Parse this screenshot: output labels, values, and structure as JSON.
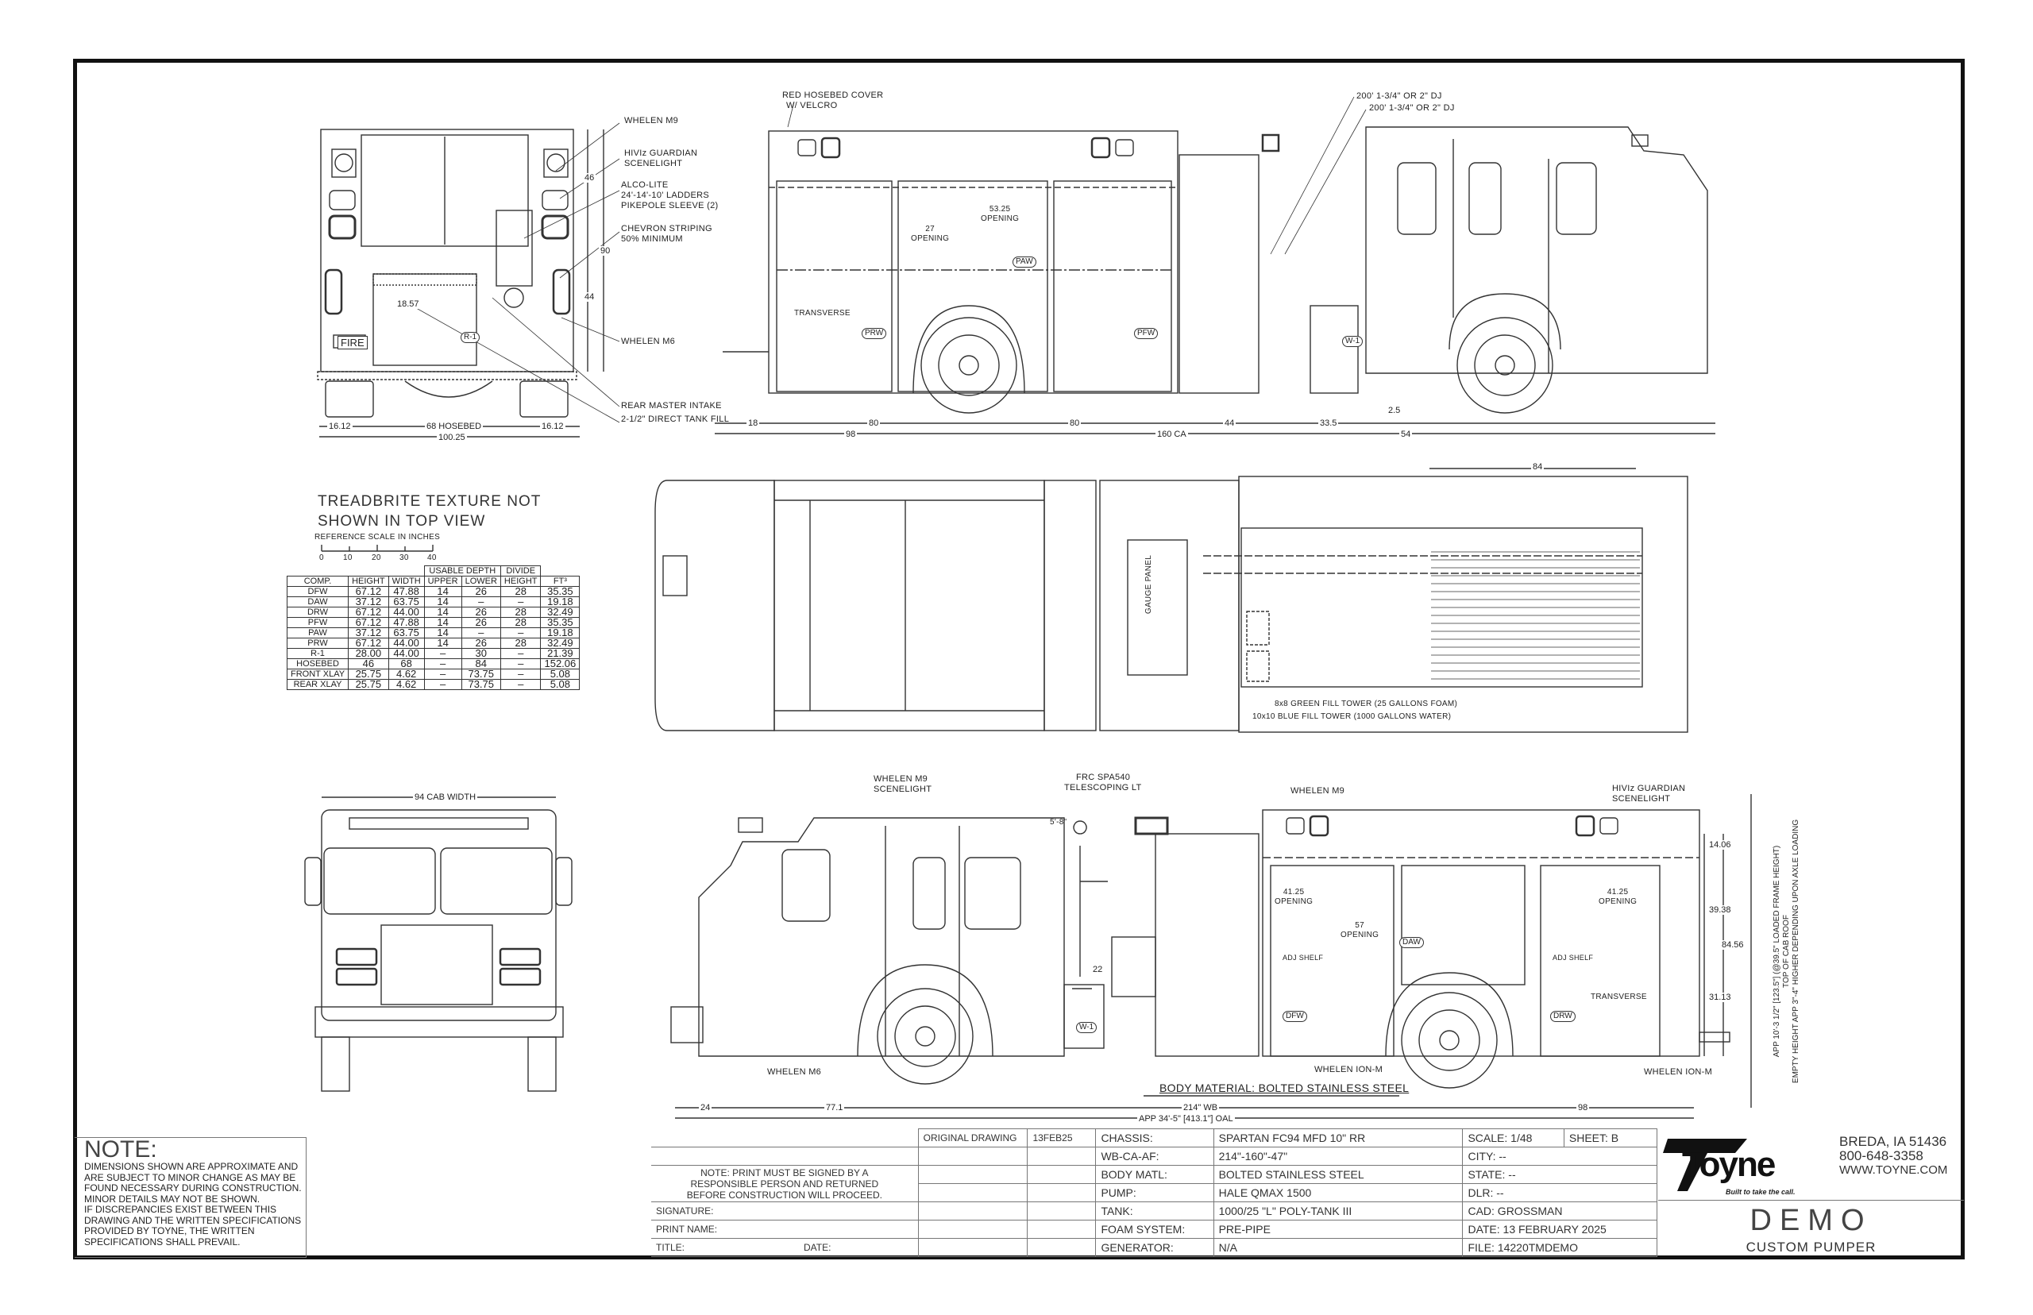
{
  "rear_view": {
    "callouts": [
      "WHELEN M9",
      "HIVIz GUARDIAN",
      "SCENELIGHT",
      "ALCO-LITE",
      "24'-14'-10' LADDERS",
      "PIKEPOLE SLEEVE (2)",
      "CHEVRON STRIPING",
      "50% MINIMUM",
      "WHELEN M6",
      "REAR MASTER INTAKE",
      "2-1/2\" DIRECT TANK FILL"
    ],
    "dims": {
      "upper": "46",
      "overall": "90",
      "lower": "44",
      "side_left": "16.12",
      "hosebed": "68 HOSEBED",
      "side_right": "16.12",
      "width": "100.25",
      "inner": "18.57"
    },
    "tags": {
      "fire": "FIRE",
      "r1": "R-1"
    }
  },
  "side_view_officer": {
    "callouts": [
      "RED HOSEBED COVER",
      "W/ VELCRO",
      "200' 1-3/4\" OR 2\" DJ",
      "200' 1-3/4\" OR 2\" DJ"
    ],
    "openings": {
      "width": "53.25",
      "width_label": "OPENING",
      "height": "27",
      "height_label": "OPENING"
    },
    "tags": [
      "TRANSVERSE",
      "PRW",
      "PFW",
      "PAW",
      "W-1"
    ],
    "dims_row1": [
      "18",
      "80",
      "80",
      "44",
      "33.5",
      "2.5"
    ],
    "dims_row2": [
      "98",
      "160 CA",
      "54"
    ]
  },
  "top_view": {
    "dim_84": "84",
    "gauge_panel": "GAUGE PANEL",
    "callouts": [
      "8x8 GREEN FILL TOWER (25 GALLONS FOAM)",
      "10x10 BLUE FILL TOWER (1000 GALLONS WATER)"
    ]
  },
  "capacity_table": {
    "note_line1": "TREADBRITE TEXTURE NOT",
    "note_line2": "SHOWN IN TOP VIEW",
    "scale_title": "REFERENCE SCALE IN INCHES",
    "scale_ticks": [
      "0",
      "10",
      "20",
      "30",
      "40"
    ],
    "group_headers": [
      "USABLE DEPTH",
      "DIVIDE"
    ],
    "headers": [
      "COMP.",
      "HEIGHT",
      "WIDTH",
      "UPPER",
      "LOWER",
      "HEIGHT",
      "FT³"
    ],
    "rows": [
      [
        "DFW",
        "67.12",
        "47.88",
        "14",
        "26",
        "28",
        "35.35"
      ],
      [
        "DAW",
        "37.12",
        "63.75",
        "14",
        "–",
        "–",
        "19.18"
      ],
      [
        "DRW",
        "67.12",
        "44.00",
        "14",
        "26",
        "28",
        "32.49"
      ],
      [
        "PFW",
        "67.12",
        "47.88",
        "14",
        "26",
        "28",
        "35.35"
      ],
      [
        "PAW",
        "37.12",
        "63.75",
        "14",
        "–",
        "–",
        "19.18"
      ],
      [
        "PRW",
        "67.12",
        "44.00",
        "14",
        "26",
        "28",
        "32.49"
      ],
      [
        "R-1",
        "28.00",
        "44.00",
        "–",
        "30",
        "–",
        "21.39"
      ],
      [
        "HOSEBED",
        "46",
        "68",
        "–",
        "84",
        "–",
        "152.06"
      ],
      [
        "FRONT XLAY",
        "25.75",
        "4.62",
        "–",
        "73.75",
        "–",
        "5.08"
      ],
      [
        "REAR XLAY",
        "25.75",
        "4.62",
        "–",
        "73.75",
        "–",
        "5.08"
      ]
    ]
  },
  "front_view": {
    "cab_width": "94 CAB WIDTH"
  },
  "side_view_driver": {
    "callouts": [
      "WHELEN M9",
      "SCENELIGHT",
      "FRC SPA540",
      "TELESCOPING LT",
      "WHELEN M9",
      "HIVIz GUARDIAN",
      "SCENELIGHT",
      "WHELEN M6",
      "WHELEN ION-M",
      "WHELEN ION-M",
      "BODY MATERIAL: BOLTED STAINLESS STEEL"
    ],
    "openings": [
      "41.25",
      "OPENING",
      "57",
      "OPENING",
      "41.25",
      "OPENING"
    ],
    "tags": [
      "DFW",
      "DAW",
      "DRW",
      "W-1",
      "TRANSVERSE",
      "ADJ SHELF",
      "ADJ SHELF"
    ],
    "person_height": "5'-8\"",
    "step_dim": "22",
    "right_dims": [
      "14.06",
      "39.38",
      "84.56",
      "31.13"
    ],
    "height_note1": "APP 10'-3 1/2\" [123.5\"] (@39.5\" LOADED FRAME HEIGHT)",
    "height_note2": "TOP OF CAB ROOF",
    "height_note3": "EMPTY HEIGHT APP 3\"-4\" HIGHER DEPENDING UPON AXLE LOADING",
    "dims_row": [
      "24",
      "77.1",
      "214\" WB",
      "98"
    ],
    "oal": "APP 34'-5\" [413.1\"] OAL"
  },
  "notes": {
    "title": "NOTE:",
    "lines": [
      "DIMENSIONS SHOWN ARE APPROXIMATE AND",
      "ARE SUBJECT TO MINOR CHANGE AS MAY BE",
      "FOUND NECESSARY DURING CONSTRUCTION.",
      "MINOR DETAILS MAY NOT BE SHOWN.",
      "IF DISCREPANCIES EXIST BETWEEN THIS",
      "DRAWING AND THE WRITTEN SPECIFICATIONS",
      "PROVIDED BY TOYNE, THE WRITTEN",
      "SPECIFICATIONS SHALL PREVAIL."
    ]
  },
  "title_block": {
    "original_drawing": "ORIGINAL DRAWING",
    "original_date": "13FEB25",
    "sign_note": [
      "NOTE:  PRINT MUST BE SIGNED BY A",
      "RESPONSIBLE PERSON AND RETURNED",
      "BEFORE CONSTRUCTION WILL PROCEED."
    ],
    "signature": "SIGNATURE:",
    "print_name": "PRINT NAME:",
    "title": "TITLE:",
    "date": "DATE:",
    "specs": [
      {
        "label": "CHASSIS:",
        "value": "SPARTAN FC94 MFD 10\" RR"
      },
      {
        "label": "WB-CA-AF:",
        "value": "214\"-160\"-47\""
      },
      {
        "label": "BODY MATL:",
        "value": "BOLTED STAINLESS STEEL"
      },
      {
        "label": "PUMP:",
        "value": "HALE QMAX 1500"
      },
      {
        "label": "TANK:",
        "value": "1000/25 \"L\" POLY-TANK III"
      },
      {
        "label": "FOAM SYSTEM:",
        "value": "PRE-PIPE"
      },
      {
        "label": "GENERATOR:",
        "value": "N/A"
      }
    ],
    "scale": "SCALE: 1/48",
    "sheet": "SHEET:  B",
    "city": "CITY:   --",
    "state": "STATE:  --",
    "dlr": "DLR:    --",
    "cad": "CAD:   GROSSMAN",
    "date_value": "DATE:  13 FEBRUARY 2025",
    "file": "FILE:   14220TMDEMO"
  },
  "company": {
    "name": "Toyne",
    "tagline": "Built to take the call.",
    "address": "BREDA, IA 51436",
    "phone": "800-648-3358",
    "web": "WWW.TOYNE.COM",
    "project": "DEMO",
    "project_type": "CUSTOM PUMPER"
  }
}
